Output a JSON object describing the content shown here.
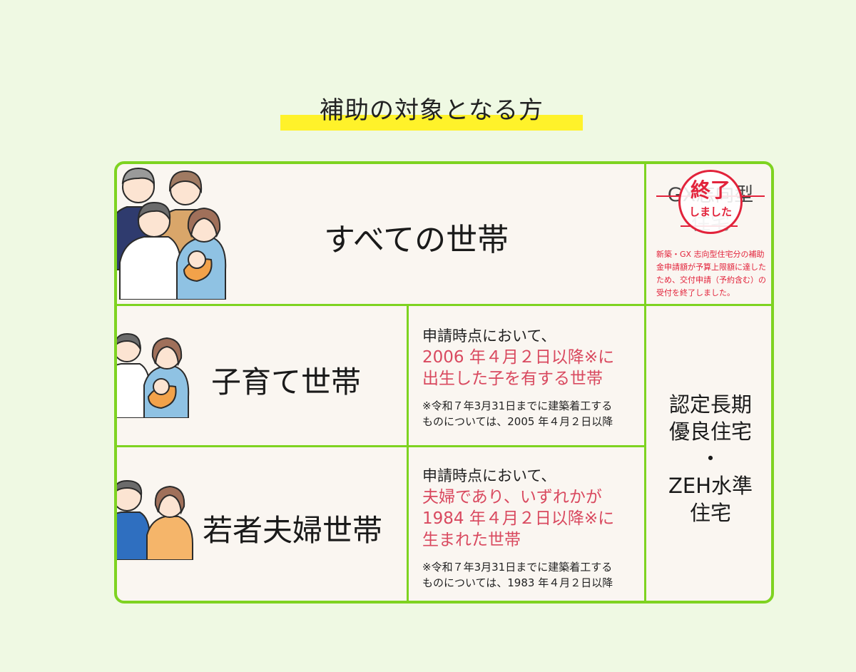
{
  "heading": "補助の対象となる方",
  "rows": {
    "all": {
      "title": "すべての世帯"
    },
    "child": {
      "title": "子育て世帯",
      "lead": "申請時点において、",
      "cond_lines": [
        "2006 年４月２日以降※に",
        "出生した子を有する世帯"
      ],
      "note_lines": [
        "※令和７年3月31日までに建築着工する",
        "ものについては、2005 年４月２日以降"
      ]
    },
    "young": {
      "title": "若者夫婦世帯",
      "lead": "申請時点において、",
      "cond_lines": [
        "夫婦であり、いずれかが",
        "1984 年４月２日以降※に",
        "生まれた世帯"
      ],
      "note_lines": [
        "※令和７年3月31日までに建築着工する",
        "ものについては、1983 年４月２日以降"
      ]
    }
  },
  "gx": {
    "title": "GX志向型",
    "title_line2": "住宅",
    "stamp_top": "終了",
    "stamp_bottom": "しました",
    "notice": "新築・GX 志向型住宅分の補助金申請額が予算上限額に達したため、交付申請（予約含む）の受付を終了しました。"
  },
  "housing": {
    "lines": [
      "認定長期",
      "優良住宅",
      "・",
      "ZEH水準",
      "住宅"
    ]
  },
  "colors": {
    "accent_green": "#7ed321",
    "highlight_yellow": "#fff22a",
    "condition_red": "#d9495f",
    "stamp_red": "#e2233b",
    "background": "#eff9e3",
    "cell_bg": "#faf6f1"
  },
  "icons": {
    "all": "family-three-generations-illustration",
    "child": "parents-with-baby-illustration",
    "young": "young-couple-illustration"
  }
}
